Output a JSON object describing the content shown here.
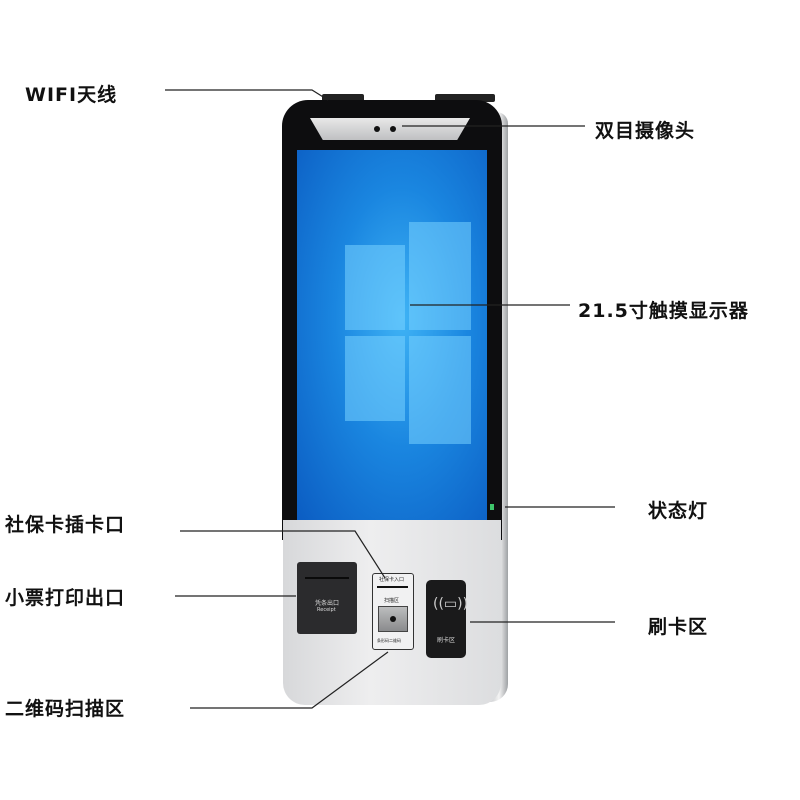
{
  "callouts": {
    "wifi_antenna": "WIFI天线",
    "dual_camera": "双目摄像头",
    "touch_display": "21.5寸触摸显示器",
    "status_light": "状态灯",
    "social_card_slot": "社保卡插卡口",
    "receipt_printer": "小票打印出口",
    "card_swipe_area": "刷卡区",
    "qr_scan_area": "二维码扫描区"
  },
  "device_text": {
    "printer_cn": "凭条出口",
    "printer_en": "Receipt",
    "card_slot": "社保卡入口",
    "scan_area": "扫描区",
    "scan_bottom": "条形码二维码",
    "reader": "刷卡区"
  },
  "colors": {
    "screen": "#1a86e0",
    "bezel": "#0d0d0f",
    "status_led": "#3ec46b"
  }
}
